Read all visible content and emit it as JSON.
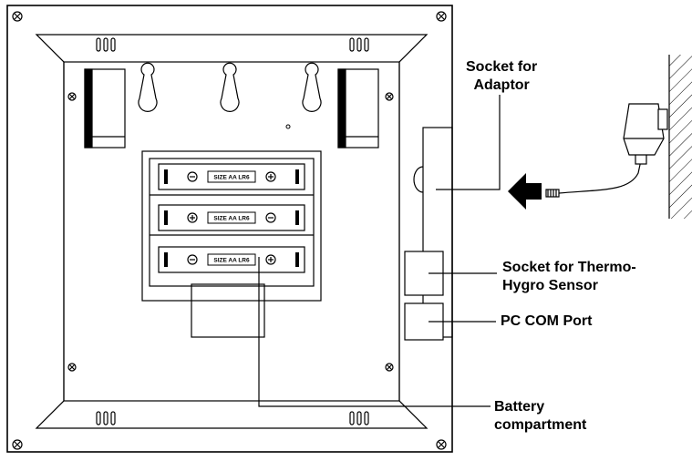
{
  "labels": {
    "adaptor": [
      "Socket for",
      "Adaptor"
    ],
    "sensor": [
      "Socket for Thermo-",
      "Hygro Sensor"
    ],
    "pc_port": [
      "PC COM Port"
    ],
    "battery": [
      "Battery",
      "compartment"
    ]
  },
  "battery_slots": [
    {
      "text": "SIZE AA LR6",
      "left": "minus",
      "right": "plus"
    },
    {
      "text": "SIZE AA LR6",
      "left": "plus",
      "right": "minus"
    },
    {
      "text": "SIZE AA LR6",
      "left": "minus",
      "right": "plus"
    }
  ],
  "colors": {
    "ink": "#000000",
    "paper": "#ffffff"
  },
  "icons": {
    "screw": "screw-icon",
    "arrow": "arrow-left-icon",
    "adaptor": "power-adaptor-icon"
  }
}
